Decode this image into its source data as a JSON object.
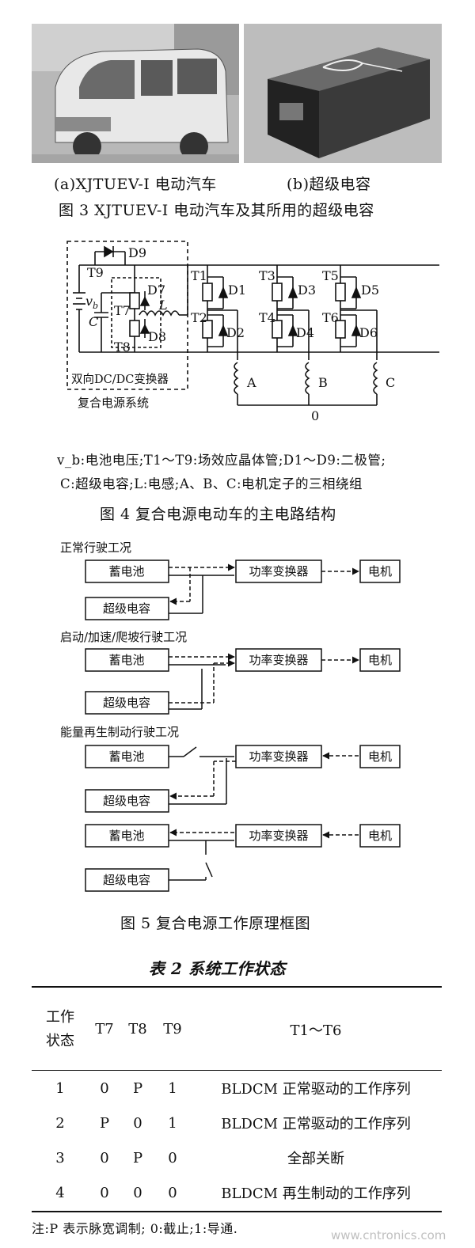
{
  "fig3": {
    "caption_a": "(a)XJTUEV-I 电动汽车",
    "caption_b": "(b)超级电容",
    "title": "图 3   XJTUEV-I 电动汽车及其所用的超级电容"
  },
  "fig4": {
    "labels": {
      "D9": "D9",
      "T9": "T9",
      "D7": "D7",
      "L": "L",
      "T7": "T7",
      "D8": "D8",
      "T8": "T8",
      "C": "C",
      "vb": "v",
      "vb_sub": "b",
      "T1": "T1",
      "D1": "D1",
      "T3": "T3",
      "D3": "D3",
      "T5": "T5",
      "D5": "D5",
      "T2": "T2",
      "D2": "D2",
      "T4": "T4",
      "D4": "D4",
      "T6": "T6",
      "D6": "D6",
      "A": "A",
      "B": "B",
      "C_phase": "C",
      "zero": "0",
      "dcdc": "双向DC/DC变换器",
      "system": "复合电源系统"
    },
    "legend_line1": "v_b:电池电压;T1～T9:场效应晶体管;D1～D9:二极管;",
    "legend_line2": "C:超级电容;L:电感;A、B、C:电机定子的三相绕组",
    "title": "图 4   复合电源电动车的主电路结构"
  },
  "fig5": {
    "mode1": "正常行驶工况",
    "mode2": "启动/加速/爬坡行驶工况",
    "mode3": "能量再生制动行驶工况",
    "battery": "蓄电池",
    "supercap": "超级电容",
    "converter": "功率变换器",
    "motor": "电机",
    "title": "图 5   复合电源工作原理框图"
  },
  "table2": {
    "title": "表 2   系统工作状态",
    "headers": [
      "工作\n状态",
      "T7",
      "T8",
      "T9",
      "T1～T6"
    ],
    "rows": [
      [
        "1",
        "0",
        "P",
        "1",
        "BLDCM 正常驱动的工作序列"
      ],
      [
        "2",
        "P",
        "0",
        "1",
        "BLDCM 正常驱动的工作序列"
      ],
      [
        "3",
        "0",
        "P",
        "0",
        "全部关断"
      ],
      [
        "4",
        "0",
        "0",
        "0",
        "BLDCM 再生制动的工作序列"
      ]
    ],
    "note": "注:P 表示脉宽调制; 0:截止;1:导通."
  },
  "watermark": "www.cntronics.com",
  "colors": {
    "ink": "#111111",
    "photo": "#bdbdbd",
    "watermark": "#bfbfbf"
  }
}
